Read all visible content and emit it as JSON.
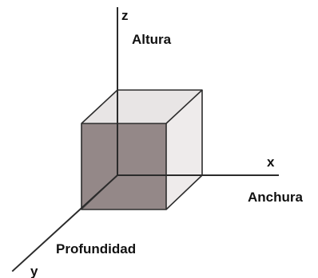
{
  "axes": {
    "x_label": "x",
    "y_label": "y",
    "z_label": "z"
  },
  "dimensions": {
    "height_label": "Altura",
    "width_label": "Anchura",
    "depth_label": "Profundidad"
  },
  "colors": {
    "front_face": "#8e8282",
    "top_face": "#e6e2e2",
    "side_face": "#ebe7e7",
    "edges": "#2d2d2d",
    "axes": "#2b2b2b"
  }
}
